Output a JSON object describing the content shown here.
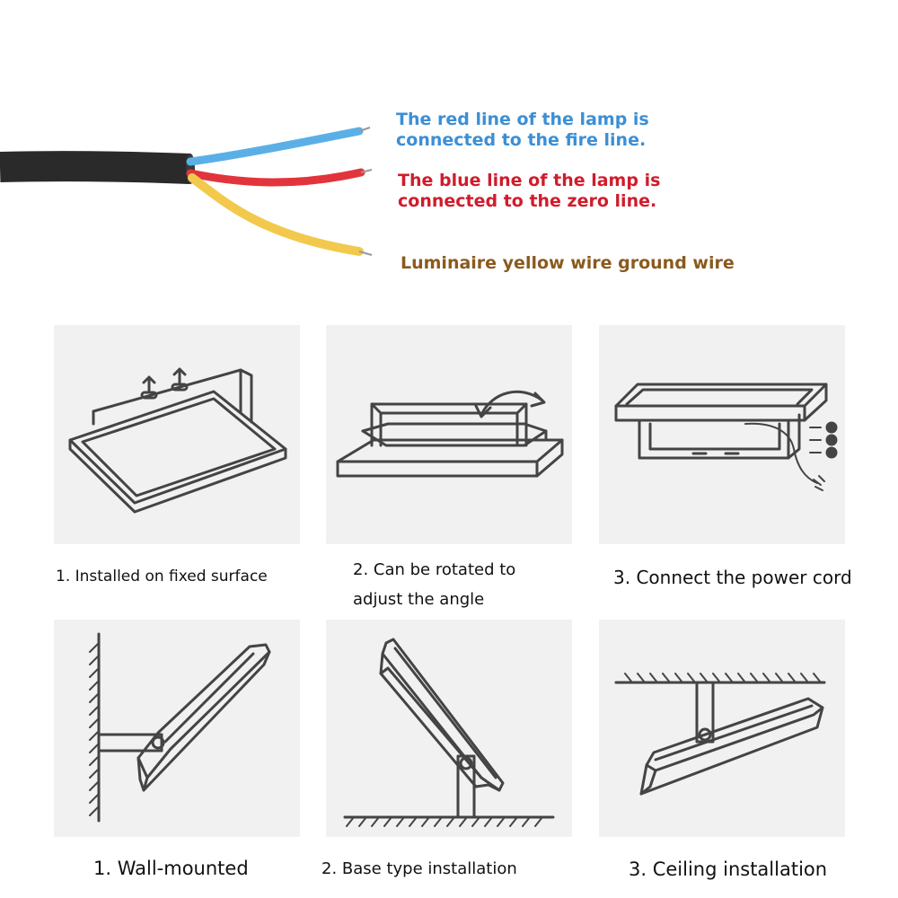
{
  "wiring": {
    "blue_label": [
      "The red line of the lamp is",
      "connected to the fire line."
    ],
    "red_label": [
      "The blue line of the lamp is",
      "connected to the zero line."
    ],
    "yellow_label": "Luminaire yellow wire ground wire",
    "colors": {
      "blue_text": "#3b8fd6",
      "red_text": "#d01c2c",
      "yellow_text": "#8a5a1e",
      "blue_wire": "#5ab0e6",
      "red_wire": "#e2343c",
      "yellow_wire": "#f2c94c",
      "cable": "#2a2a2a"
    }
  },
  "panels": {
    "background": "#f1f1f1",
    "stroke": "#444444"
  },
  "captions": {
    "fixed_surface": "1. Installed on fixed surface",
    "rotate": [
      "2. Can be rotated to",
      "adjust the angle"
    ],
    "power_cord": "3. Connect the power cord",
    "wall": "1. Wall-mounted",
    "base": "2. Base type installation",
    "ceiling": "3. Ceiling installation"
  }
}
